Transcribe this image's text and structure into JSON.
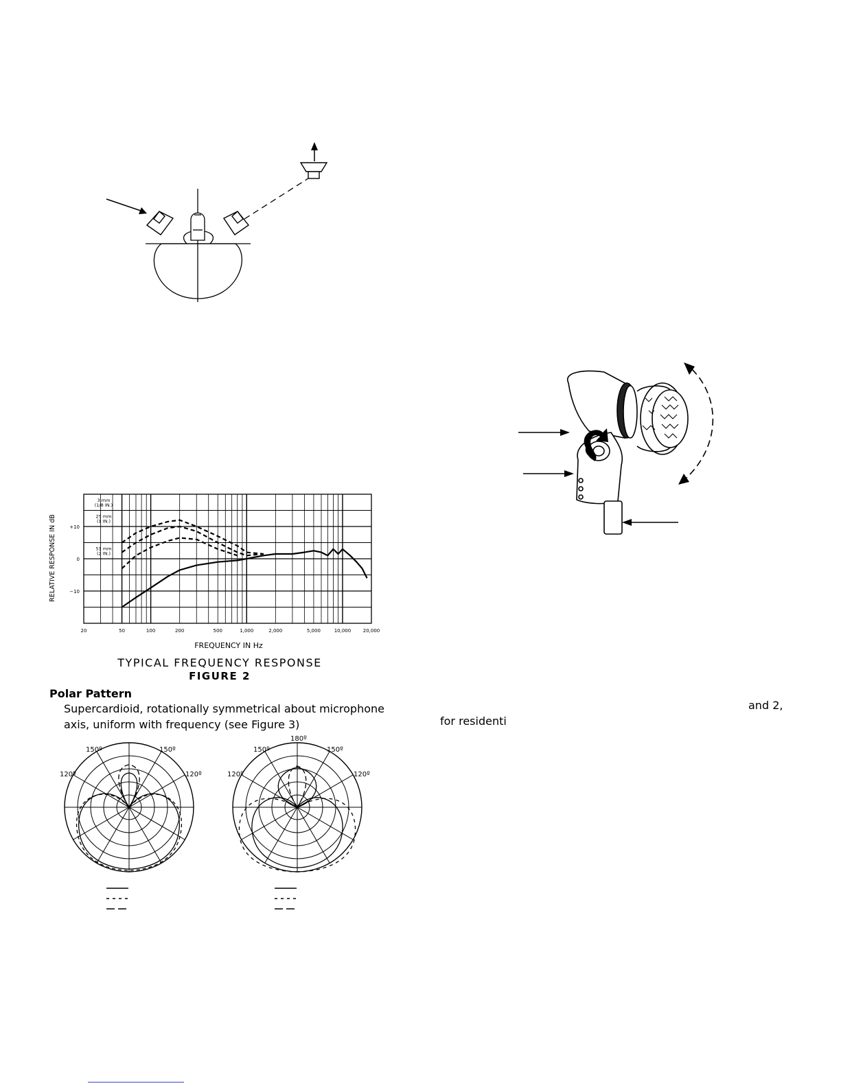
{
  "chart_data": {
    "type": "line",
    "xscale": "log",
    "xlim": [
      20,
      20000
    ],
    "ylim": [
      -20,
      20
    ],
    "xlabel": "FREQUENCY IN Hz",
    "ylabel": "RELATIVE RESPONSE IN dB",
    "x_ticks": [
      "20",
      "50",
      "100",
      "200",
      "500",
      "1,000",
      "2,000",
      "5,000",
      "10,000",
      "20,000"
    ],
    "y_ticks": [
      "+10",
      "0",
      "−10"
    ],
    "annotations": [
      {
        "line1": "3 mm",
        "line2": "(1/8 IN.)"
      },
      {
        "line1": "25 mm",
        "line2": "(1 IN.)"
      },
      {
        "line1": "51 mm",
        "line2": "(2 IN.)"
      }
    ],
    "series": [
      {
        "style": "solid",
        "x": [
          50,
          70,
          100,
          150,
          200,
          300,
          500,
          800,
          1000,
          1500,
          2000,
          3000,
          4000,
          5000,
          6000,
          7000,
          8000,
          9000,
          10000,
          12000,
          14000,
          16000,
          18000
        ],
        "y": [
          -15,
          -12,
          -9,
          -5.5,
          -3.5,
          -2,
          -1,
          -0.5,
          0,
          1,
          1.5,
          1.5,
          2,
          2.5,
          2,
          1,
          3,
          1.5,
          3,
          1,
          -1,
          -3,
          -6
        ]
      },
      {
        "style": "dashed",
        "x": [
          50,
          70,
          100,
          150,
          200,
          300,
          500,
          800,
          1000,
          1500
        ],
        "y": [
          5,
          8,
          10,
          11.5,
          12,
          10,
          7,
          4,
          2,
          1.5
        ]
      },
      {
        "style": "dashed",
        "x": [
          50,
          70,
          100,
          150,
          200,
          300,
          500,
          800,
          1000,
          1500
        ],
        "y": [
          2,
          5,
          7.5,
          9.5,
          10,
          8.5,
          5,
          2,
          1,
          1.5
        ]
      },
      {
        "style": "dashed",
        "x": [
          50,
          70,
          100,
          150,
          200,
          300,
          500,
          800
        ],
        "y": [
          -3,
          1,
          3.5,
          5.5,
          6.5,
          6,
          3,
          1
        ]
      }
    ]
  },
  "figure2": {
    "caption": "TYPICAL FREQUENCY RESPONSE",
    "label": "FIGURE 2"
  },
  "polar_section": {
    "heading": "Polar Pattern",
    "text_line1": "Supercardioid, rotationally symmetrical about microphone",
    "text_line2": "axis, uniform with frequency (see Figure 3)"
  },
  "polar_left": {
    "labels": [
      "150º",
      "150º",
      "120º",
      "120º"
    ]
  },
  "polar_right": {
    "labels": [
      "180º",
      "150º",
      "150º",
      "120º",
      "120º"
    ]
  },
  "right_text": {
    "fragment1": "and 2,",
    "fragment2": "for residenti"
  },
  "colors": {
    "ink": "#000000",
    "link": "#3344cc"
  }
}
